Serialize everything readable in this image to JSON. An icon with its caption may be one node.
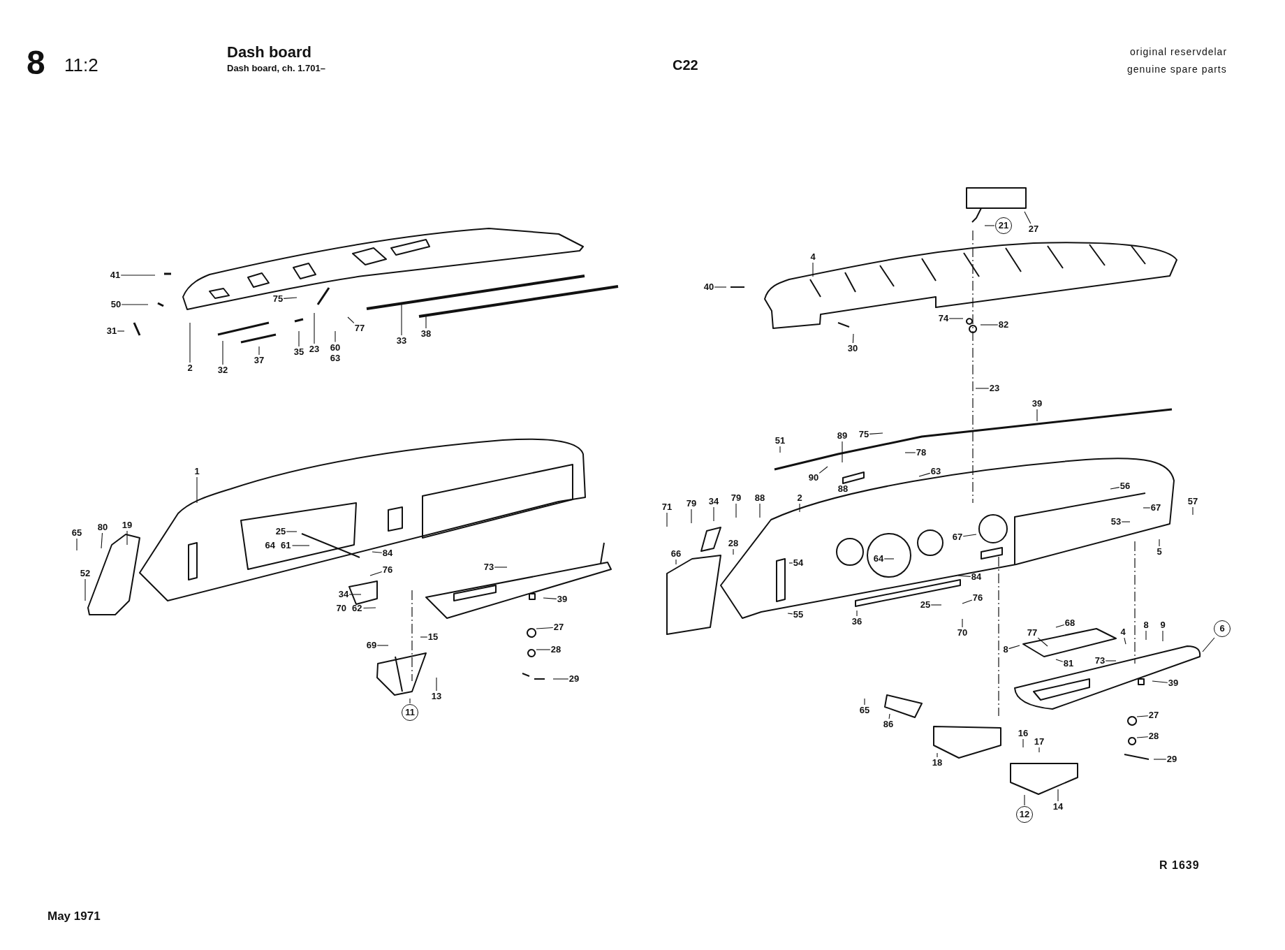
{
  "diagram": {
    "title": "Dash board",
    "nodes": [
      {
        "text": [
          "41"
        ]
      },
      {
        "text": [
          "50"
        ]
      },
      {
        "text": [
          "31"
        ]
      },
      {
        "text": [
          "75"
        ]
      },
      {
        "text": [
          "60",
          "63"
        ]
      },
      {
        "text": [
          "77"
        ]
      },
      {
        "text": [
          "33"
        ]
      },
      {
        "text": [
          "38"
        ]
      },
      {
        "text": [
          "2"
        ]
      },
      {
        "text": [
          "32"
        ]
      },
      {
        "text": [
          "37"
        ]
      },
      {
        "text": [
          "35"
        ]
      },
      {
        "text": [
          "23"
        ]
      },
      {
        "text": [
          "1"
        ]
      },
      {
        "text": [
          "65"
        ]
      },
      {
        "text": [
          "80"
        ]
      },
      {
        "text": [
          "19"
        ]
      },
      {
        "text": [
          "25"
        ]
      },
      {
        "text": [
          "64",
          "61"
        ]
      },
      {
        "text": [
          "52"
        ]
      },
      {
        "text": [
          "84"
        ]
      },
      {
        "text": [
          "76"
        ]
      },
      {
        "text": [
          "34"
        ]
      },
      {
        "text": [
          "70",
          "62"
        ]
      },
      {
        "text": [
          "73"
        ]
      },
      {
        "text": [
          "39"
        ]
      },
      {
        "text": [
          "69"
        ]
      },
      {
        "text": [
          "15"
        ]
      },
      {
        "text": [
          "27"
        ]
      },
      {
        "text": [
          "28"
        ]
      },
      {
        "text": [
          "11"
        ]
      },
      {
        "text": [
          "13"
        ]
      },
      {
        "text": [
          "29"
        ]
      },
      {
        "text": [
          "21"
        ]
      },
      {
        "text": [
          "27"
        ]
      },
      {
        "text": [
          "4"
        ]
      },
      {
        "text": [
          "40"
        ]
      },
      {
        "text": [
          "74"
        ]
      },
      {
        "text": [
          "82"
        ]
      },
      {
        "text": [
          "30"
        ]
      },
      {
        "text": [
          "23"
        ]
      },
      {
        "text": [
          "39"
        ]
      },
      {
        "text": [
          "51"
        ]
      },
      {
        "text": [
          "89"
        ]
      },
      {
        "text": [
          "75"
        ]
      },
      {
        "text": [
          "78"
        ]
      },
      {
        "text": [
          "90"
        ]
      },
      {
        "text": [
          "63"
        ]
      },
      {
        "text": [
          "88"
        ]
      },
      {
        "text": [
          "71"
        ]
      },
      {
        "text": [
          "79"
        ]
      },
      {
        "text": [
          "34"
        ]
      },
      {
        "text": [
          "79"
        ]
      },
      {
        "text": [
          "88"
        ]
      },
      {
        "text": [
          "2"
        ]
      },
      {
        "text": [
          "56"
        ]
      },
      {
        "text": [
          "57"
        ]
      },
      {
        "text": [
          "67"
        ]
      },
      {
        "text": [
          "53"
        ]
      },
      {
        "text": [
          "66"
        ]
      },
      {
        "text": [
          "28"
        ]
      },
      {
        "text": [
          "67"
        ]
      },
      {
        "text": [
          "5"
        ]
      },
      {
        "text": [
          "54"
        ]
      },
      {
        "text": [
          "64"
        ]
      },
      {
        "text": [
          "84"
        ]
      },
      {
        "text": [
          "76"
        ]
      },
      {
        "text": [
          "25"
        ]
      },
      {
        "text": [
          "55"
        ]
      },
      {
        "text": [
          "36"
        ]
      },
      {
        "text": [
          "70"
        ]
      },
      {
        "text": [
          "8"
        ]
      },
      {
        "text": [
          "9"
        ]
      },
      {
        "text": [
          "68"
        ]
      },
      {
        "text": [
          "77"
        ]
      },
      {
        "text": [
          "4"
        ]
      },
      {
        "text": [
          "6"
        ]
      },
      {
        "text": [
          "8"
        ]
      },
      {
        "text": [
          "81"
        ]
      },
      {
        "text": [
          "73"
        ]
      },
      {
        "text": [
          "39"
        ]
      },
      {
        "text": [
          "65"
        ]
      },
      {
        "text": [
          "27"
        ]
      },
      {
        "text": [
          "28"
        ]
      },
      {
        "text": [
          "86"
        ]
      },
      {
        "text": [
          "16"
        ]
      },
      {
        "text": [
          "17"
        ]
      },
      {
        "text": [
          "18"
        ]
      },
      {
        "text": [
          "29"
        ]
      },
      {
        "text": [
          "12"
        ]
      },
      {
        "text": [
          "14"
        ]
      },
      {
        "text": [],
        "shape": "bar"
      },
      {
        "text": [],
        "shape": "bar"
      }
    ],
    "edges": [
      {
        "from": 0,
        "to": null,
        "arrow": "none"
      },
      {
        "from": 1,
        "to": null,
        "arrow": "none"
      },
      {
        "from": 2,
        "to": null,
        "arrow": "none"
      },
      {
        "from": 3,
        "to": null,
        "arrow": "none"
      },
      {
        "from": 4,
        "to": null,
        "arrow": "none"
      },
      {
        "from": 5,
        "to": null,
        "arrow": "none"
      },
      {
        "from": 6,
        "to": 91,
        "arrow": "none"
      },
      {
        "from": 7,
        "to": 92,
        "arrow": "none"
      },
      {
        "from": 8,
        "to": null,
        "arrow": "none"
      },
      {
        "from": 9,
        "to": null,
        "arrow": "none"
      },
      {
        "from": 10,
        "to": null,
        "arrow": "none"
      },
      {
        "from": 11,
        "to": null,
        "arrow": "none"
      },
      {
        "from": 12,
        "to": null,
        "arrow": "none"
      },
      {
        "from": 13,
        "to": null,
        "arrow": "none"
      },
      {
        "from": 14,
        "to": null,
        "arrow": "none"
      },
      {
        "from": 15,
        "to": null,
        "arrow": "none"
      },
      {
        "from": 16,
        "to": null,
        "arrow": "none"
      },
      {
        "from": 17,
        "to": null,
        "arrow": "none"
      },
      {
        "from": 18,
        "to": null,
        "arrow": "none"
      },
      {
        "from": 19,
        "to": null,
        "arrow": "none"
      },
      {
        "from": 20,
        "to": null,
        "arrow": "none"
      },
      {
        "from": 21,
        "to": null,
        "arrow": "none"
      },
      {
        "from": 22,
        "to": null,
        "arrow": "none"
      },
      {
        "from": 23,
        "to": null,
        "arrow": "none"
      },
      {
        "from": 24,
        "to": null,
        "arrow": "none"
      },
      {
        "from": 25,
        "to": null,
        "arrow": "none"
      },
      {
        "from": 26,
        "to": null,
        "arrow": "none"
      },
      {
        "from": 27,
        "to": null,
        "arrow": "none"
      },
      {
        "from": 28,
        "to": null,
        "arrow": "none"
      },
      {
        "from": 29,
        "to": null,
        "arrow": "none"
      },
      {
        "from": 30,
        "to": null,
        "arrow": "none"
      },
      {
        "from": 31,
        "to": null,
        "arrow": "none"
      },
      {
        "from": 32,
        "to": null,
        "arrow": "none"
      },
      {
        "from": 33,
        "to": null,
        "arrow": "none"
      },
      {
        "from": 34,
        "to": null,
        "arrow": "none"
      },
      {
        "from": 35,
        "to": null,
        "arrow": "none"
      },
      {
        "from": 36,
        "to": null,
        "arrow": "none"
      },
      {
        "from": 37,
        "to": null,
        "arrow": "none"
      },
      {
        "from": 38,
        "to": null,
        "arrow": "none"
      },
      {
        "from": 39,
        "to": null,
        "arrow": "none"
      },
      {
        "from": 40,
        "to": null,
        "arrow": "none"
      },
      {
        "from": 41,
        "to": null,
        "arrow": "none"
      },
      {
        "from": 42,
        "to": null,
        "arrow": "none"
      },
      {
        "from": 43,
        "to": null,
        "arrow": "none"
      },
      {
        "from": 44,
        "to": null,
        "arrow": "none"
      },
      {
        "from": 45,
        "to": null,
        "arrow": "none"
      },
      {
        "from": 46,
        "to": null,
        "arrow": "none"
      },
      {
        "from": 47,
        "to": null,
        "arrow": "none"
      },
      {
        "from": 48,
        "to": null,
        "arrow": "none"
      },
      {
        "from": 49,
        "to": null,
        "arrow": "none"
      },
      {
        "from": 50,
        "to": null,
        "arrow": "none"
      },
      {
        "from": 51,
        "to": null,
        "arrow": "none"
      },
      {
        "from": 52,
        "to": null,
        "arrow": "none"
      },
      {
        "from": 53,
        "to": null,
        "arrow": "none"
      },
      {
        "from": 54,
        "to": null,
        "arrow": "none"
      },
      {
        "from": 55,
        "to": null,
        "arrow": "none"
      },
      {
        "from": 56,
        "to": null,
        "arrow": "none"
      },
      {
        "from": 57,
        "to": null,
        "arrow": "none"
      },
      {
        "from": 58,
        "to": null,
        "arrow": "none"
      },
      {
        "from": 59,
        "to": null,
        "arrow": "none"
      },
      {
        "from": 60,
        "to": null,
        "arrow": "none"
      },
      {
        "from": 61,
        "to": null,
        "arrow": "none"
      },
      {
        "from": 62,
        "to": null,
        "arrow": "none"
      },
      {
        "from": 63,
        "to": null,
        "arrow": "none"
      },
      {
        "from": 64,
        "to": null,
        "arrow": "none"
      },
      {
        "from": 65,
        "to": null,
        "arrow": "none"
      },
      {
        "from": 66,
        "to": null,
        "arrow": "none"
      },
      {
        "from": 67,
        "to": null,
        "arrow": "none"
      },
      {
        "from": 68,
        "to": null,
        "arrow": "none"
      },
      {
        "from": 69,
        "to": null,
        "arrow": "none"
      },
      {
        "from": 70,
        "to": null,
        "arrow": "none"
      },
      {
        "from": 71,
        "to": null,
        "arrow": "none"
      },
      {
        "from": 72,
        "to": null,
        "arrow": "none"
      },
      {
        "from": 73,
        "to": null,
        "arrow": "none"
      },
      {
        "from": 74,
        "to": null,
        "arrow": "none"
      },
      {
        "from": 75,
        "to": null,
        "arrow": "none"
      },
      {
        "from": 76,
        "to": null,
        "arrow": "none"
      },
      {
        "from": 77,
        "to": null,
        "arrow": "none"
      },
      {
        "from": 78,
        "to": null,
        "arrow": "none"
      },
      {
        "from": 79,
        "to": null,
        "arrow": "none"
      },
      {
        "from": 80,
        "to": null,
        "arrow": "none"
      },
      {
        "from": 81,
        "to": null,
        "arrow": "none"
      },
      {
        "from": 82,
        "to": null,
        "arrow": "none"
      },
      {
        "from": 83,
        "to": null,
        "arrow": "none"
      },
      {
        "from": 84,
        "to": null,
        "arrow": "none"
      },
      {
        "from": 85,
        "to": null,
        "arrow": "none"
      },
      {
        "from": 86,
        "to": null,
        "arrow": "none"
      },
      {
        "from": 87,
        "to": null,
        "arrow": "none"
      },
      {
        "from": 88,
        "to": null,
        "arrow": "none"
      },
      {
        "from": 89,
        "to": null,
        "arrow": "none"
      },
      {
        "from": 90,
        "to": null,
        "arrow": "none"
      }
    ],
    "labels": [
      "8",
      "11:2",
      "Dash board, ch. 1.701–",
      "C22",
      "original reservdelar",
      "genuine spare parts",
      "R 1639",
      "May 1971"
    ]
  }
}
